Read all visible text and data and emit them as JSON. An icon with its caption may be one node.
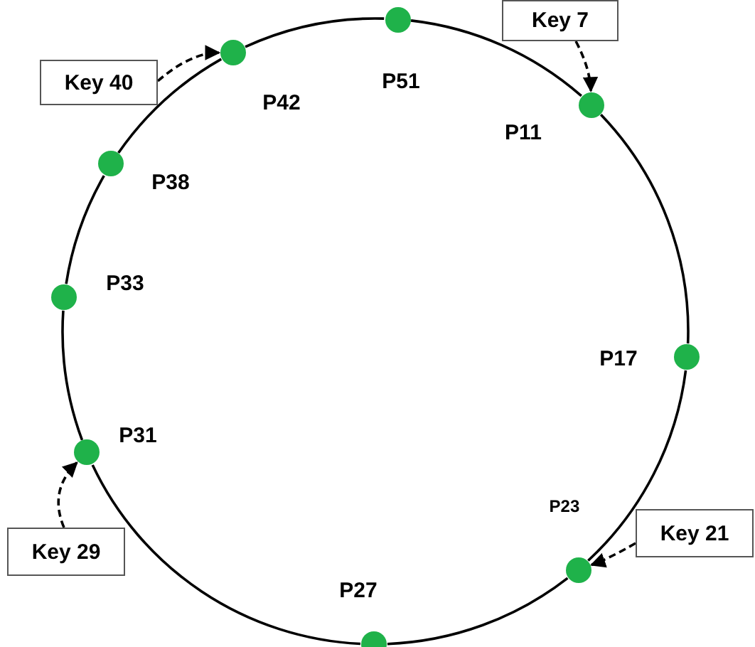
{
  "diagram": {
    "nodes": [
      {
        "text": [
          "P51"
        ]
      },
      {
        "text": [
          "P11"
        ]
      },
      {
        "text": [
          "P17"
        ]
      },
      {
        "text": [
          "P23"
        ]
      },
      {
        "text": [
          "P27"
        ]
      },
      {
        "text": [
          "P31"
        ]
      },
      {
        "text": [
          "P33"
        ]
      },
      {
        "text": [
          "P38"
        ]
      },
      {
        "text": [
          "P42"
        ]
      },
      {
        "text": [
          "Key 7"
        ]
      },
      {
        "text": [
          "Key 21"
        ]
      },
      {
        "text": [
          "Key 29"
        ]
      },
      {
        "text": [
          "Key 40"
        ]
      }
    ],
    "edges": [
      {
        "from": 0,
        "to": 1,
        "arrow": "none"
      },
      {
        "from": 1,
        "to": 2,
        "arrow": "none"
      },
      {
        "from": 2,
        "to": 3,
        "arrow": "none"
      },
      {
        "from": 3,
        "to": 4,
        "arrow": "none"
      },
      {
        "from": 4,
        "to": 5,
        "arrow": "none"
      },
      {
        "from": 5,
        "to": 6,
        "arrow": "none"
      },
      {
        "from": 6,
        "to": 7,
        "arrow": "none"
      },
      {
        "from": 7,
        "to": 8,
        "arrow": "none"
      },
      {
        "from": 8,
        "to": 0,
        "arrow": "none"
      },
      {
        "from": 9,
        "to": 1,
        "arrow": "to",
        "style": "dashed"
      },
      {
        "from": 10,
        "to": 3,
        "arrow": "to",
        "style": "dashed"
      },
      {
        "from": 11,
        "to": 5,
        "arrow": "to",
        "style": "dashed"
      },
      {
        "from": 12,
        "to": 8,
        "arrow": "to",
        "style": "dashed"
      }
    ]
  }
}
